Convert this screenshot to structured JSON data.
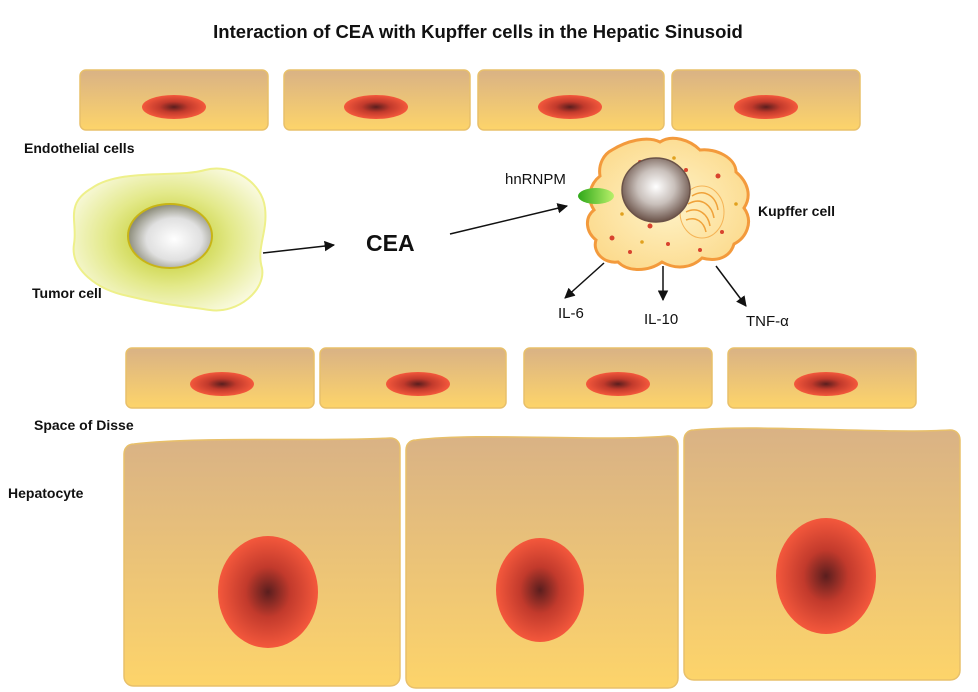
{
  "title": "Interaction of CEA with Kupffer cells in the Hepatic Sinusoid",
  "labels": {
    "endothelial": "Endothelial cells",
    "tumor": "Tumor cell",
    "cea": "CEA",
    "hnrnpm": "hnRNPM",
    "kupffer": "Kupffer cell",
    "il6": "IL-6",
    "il10": "IL-10",
    "tnf": "TNF-α",
    "disse": "Space of Disse",
    "hepatocyte": "Hepatocyte"
  },
  "colors": {
    "cell_top": "#d9b285",
    "cell_bottom": "#fdd46a",
    "cell_border": "#e8c06a",
    "nucleus_outer": "#f2553a",
    "nucleus_core": "#7a2a24",
    "tumor_glow": "#c6d21f",
    "tumor_outline": "#eef08a",
    "kupffer_fill": "#fde7a4",
    "kupffer_border": "#f39a3c",
    "receptor": "#48c628"
  }
}
